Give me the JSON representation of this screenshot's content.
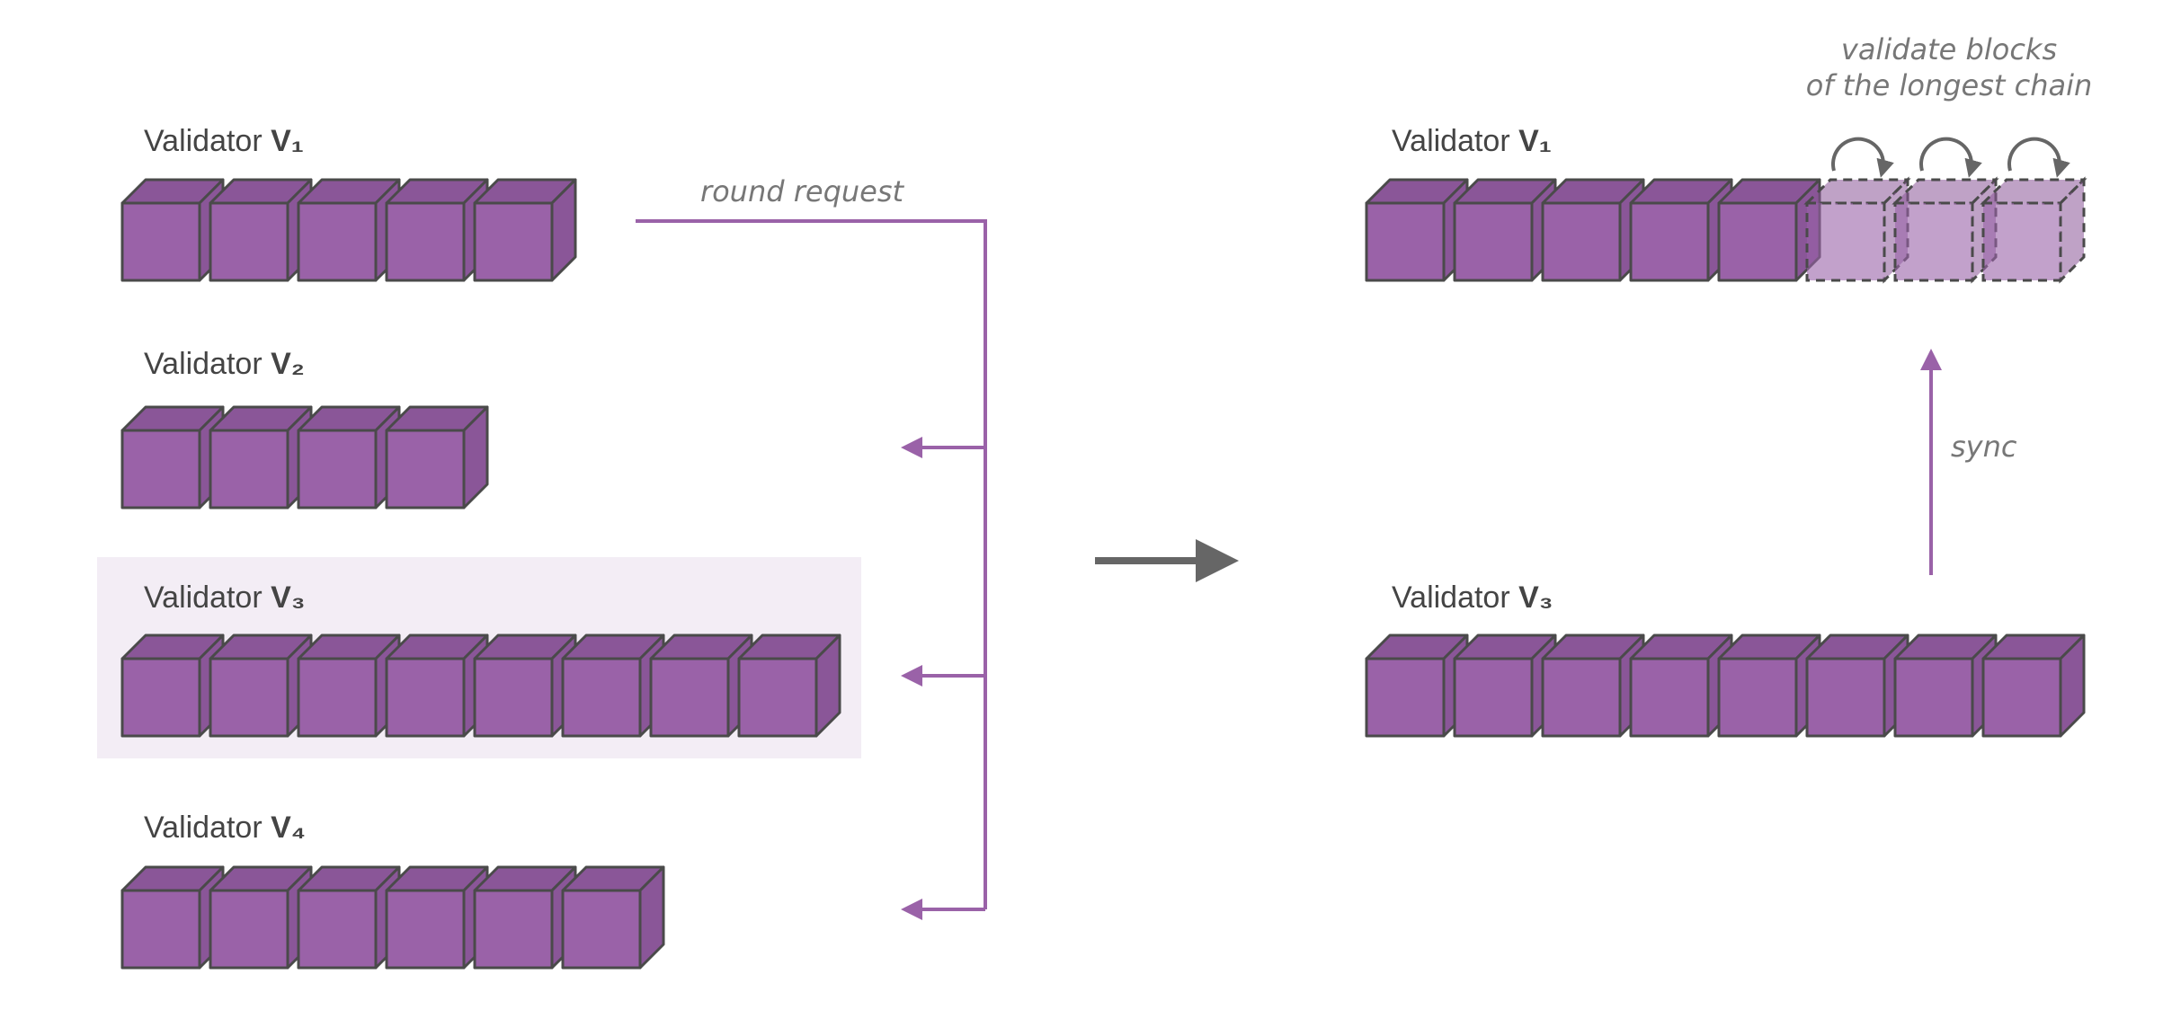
{
  "colors": {
    "block": "#9a62a8",
    "block_side": "#8a5698",
    "block_outline": "#4a4a4a",
    "highlight_panel": "#f3edf5",
    "request_arrow": "#9a62a8",
    "transition_arrow": "#666666",
    "text": "#444444",
    "note_text": "#777777"
  },
  "left": {
    "validators": [
      {
        "label": "Validator ",
        "id": "V₁",
        "blocks": 5,
        "highlighted": false
      },
      {
        "label": "Validator ",
        "id": "V₂",
        "blocks": 4,
        "highlighted": false
      },
      {
        "label": "Validator ",
        "id": "V₃",
        "blocks": 8,
        "highlighted": true
      },
      {
        "label": "Validator ",
        "id": "V₄",
        "blocks": 6,
        "highlighted": false
      }
    ],
    "request_label": "round request"
  },
  "right": {
    "validators": [
      {
        "label": "Validator ",
        "id": "V₁",
        "blocks": 5,
        "pending_blocks": 3
      },
      {
        "label": "Validator ",
        "id": "V₃",
        "blocks": 8,
        "pending_blocks": 0
      }
    ],
    "validate_note_line1": "validate blocks",
    "validate_note_line2": "of the longest chain",
    "sync_label": "sync"
  },
  "icons": {
    "block": "cube-icon",
    "pending_block": "dashed-cube-icon",
    "validate": "cycle-arrow-icon",
    "transition": "right-arrow-icon"
  }
}
